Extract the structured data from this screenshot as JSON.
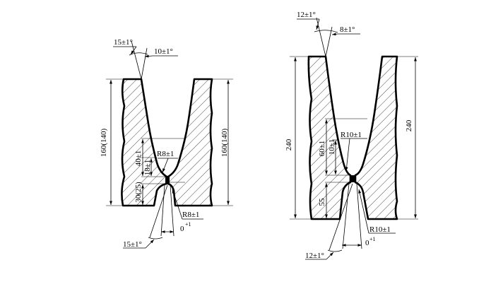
{
  "left_part": {
    "angle_top_outer": "15±1°",
    "angle_top_inner": "10±1°",
    "height_left": "160(140)",
    "height_right": "160(140)",
    "dim_40": "40±1",
    "dim_18": "18±1",
    "dim_30": "30(25)",
    "radius_top": "R8±1",
    "radius_bottom": "R8±1",
    "gap": "0",
    "gap_tol": "+1",
    "angle_bottom": "15±1°"
  },
  "right_part": {
    "angle_top_outer": "12±1°",
    "angle_top_inner": "8±1°",
    "height_left": "240",
    "height_right": "240",
    "dim_60": "60±1",
    "dim_10": "10±1",
    "dim_55": "55",
    "radius_top": "R10±1",
    "radius_bottom": "R10±1",
    "gap": "0",
    "gap_tol": "+1",
    "angle_bottom": "12±1°"
  }
}
